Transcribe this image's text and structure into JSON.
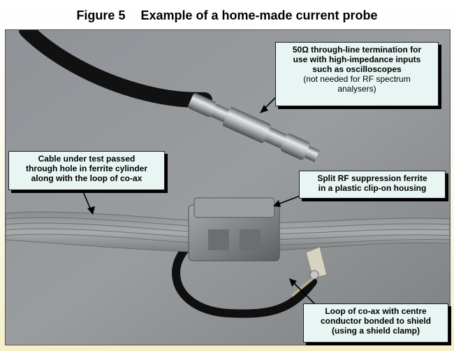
{
  "title": {
    "figure": "Figure 5",
    "caption": "Example of a home-made current probe"
  },
  "labels": {
    "termination": {
      "line1": "50Ω through-line termination for",
      "line2": "use with high-impedance inputs",
      "line3": "such as oscilloscopes",
      "line4": "(not needed for RF spectrum",
      "line5": "analysers)"
    },
    "cable": {
      "line1": "Cable under test passed",
      "line2": "through hole in ferrite cylinder",
      "line3": "along with the loop of co-ax"
    },
    "ferrite": {
      "line1": "Split RF suppression ferrite",
      "line2": "in a plastic clip-on housing"
    },
    "loop": {
      "line1": "Loop of co-ax with centre",
      "line2": "conductor bonded to shield",
      "line3": "(using a shield clamp)"
    }
  },
  "colors": {
    "label_bg": "#e8f5f3",
    "background": "#fbf8e8"
  }
}
